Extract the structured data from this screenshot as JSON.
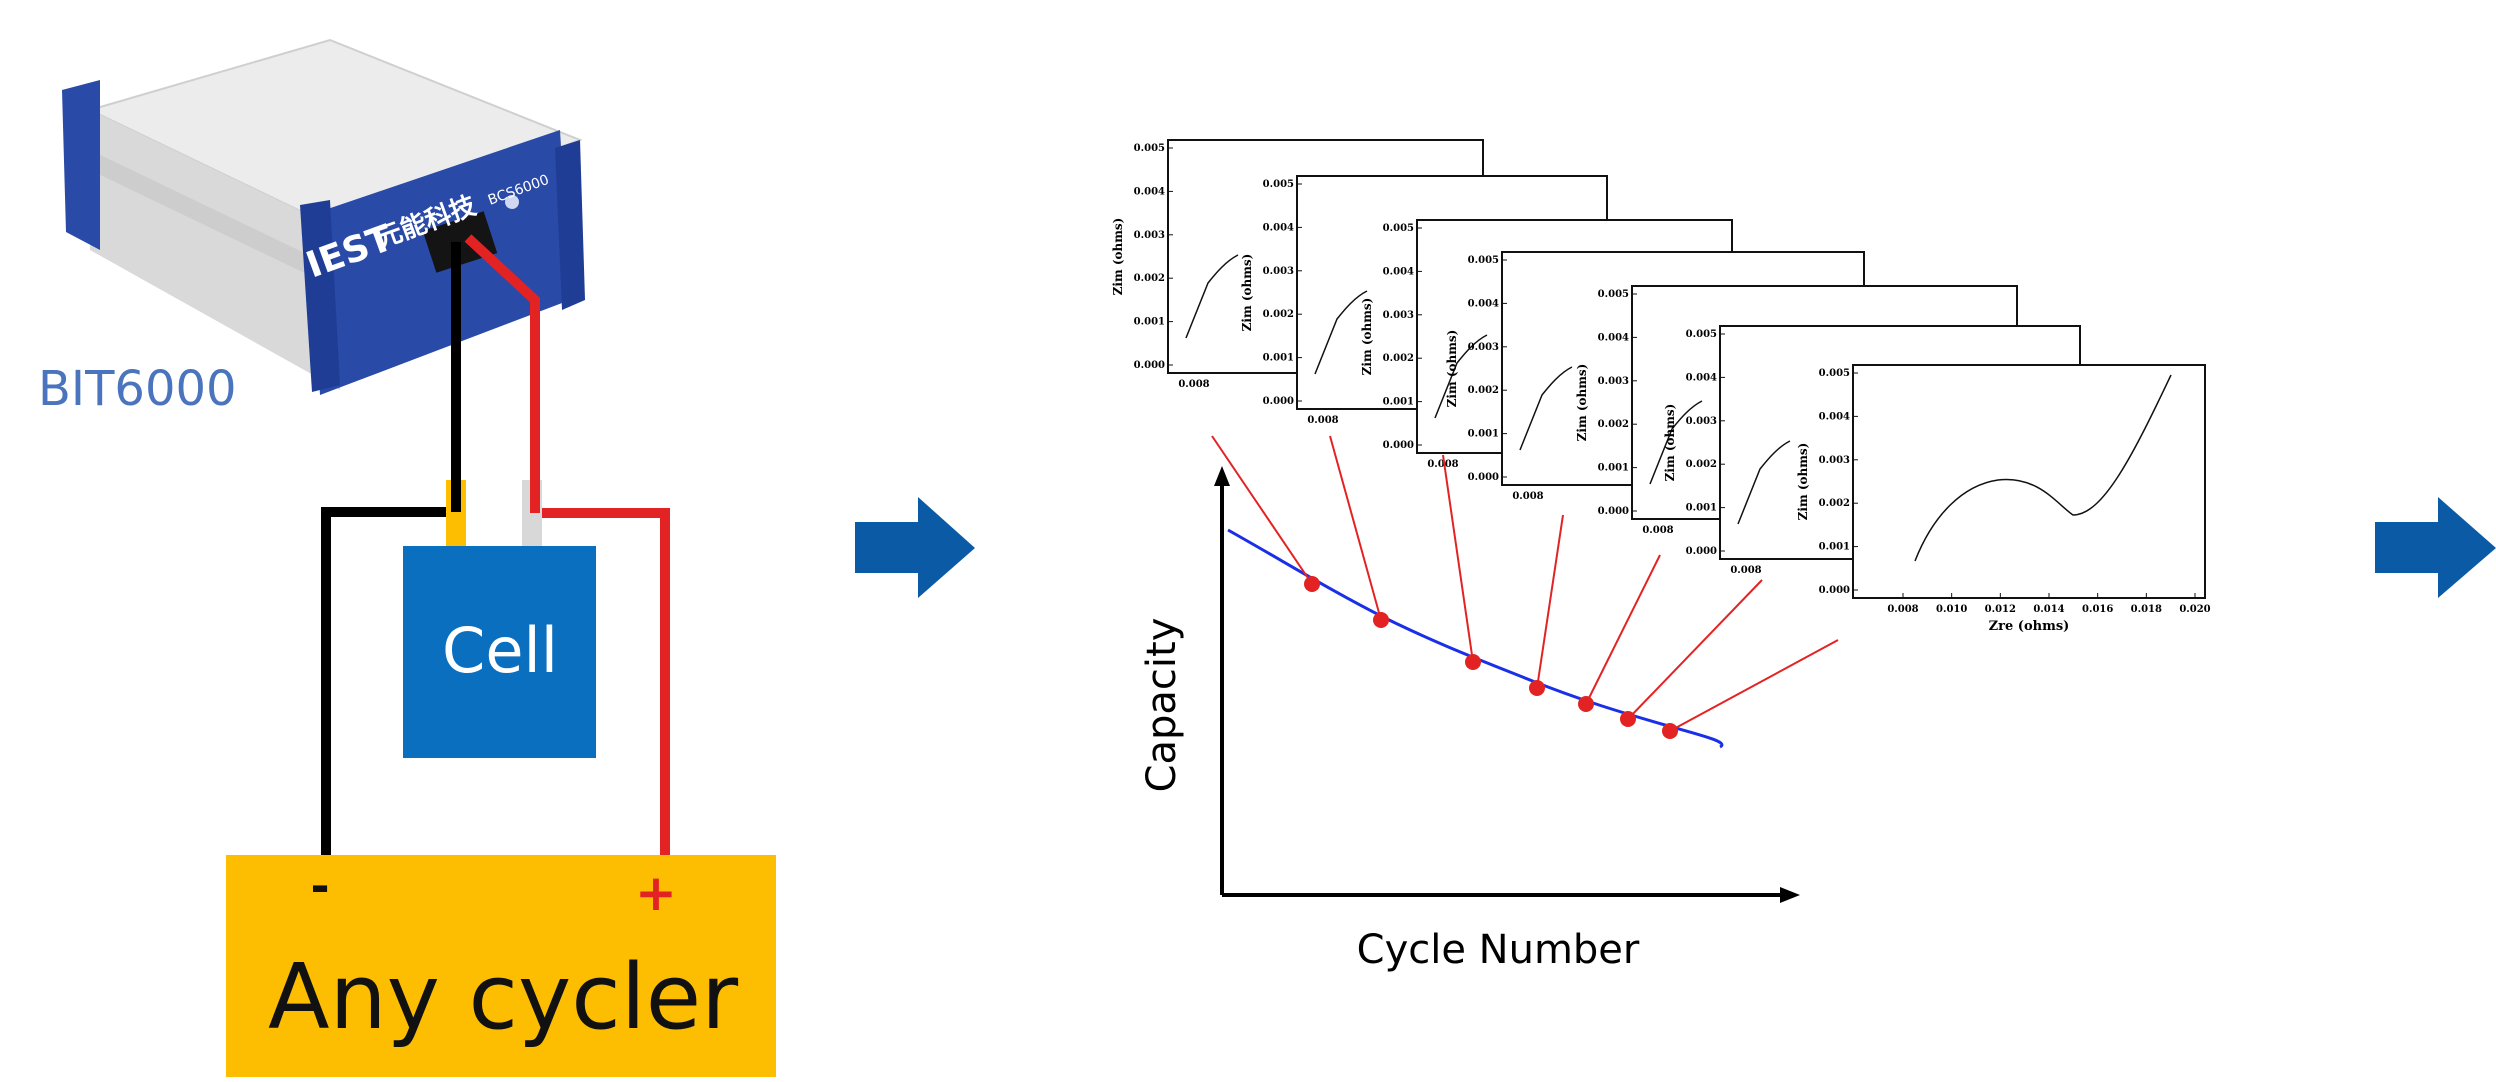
{
  "left_panel": {
    "device_label": "BIT6000",
    "device_brand": "IEST",
    "device_brand_cn": "元能科技",
    "device_model": "BCS6000",
    "cell_label": "Cell",
    "cycler_label": "Any cycler",
    "negative_sign": "-",
    "positive_sign": "+"
  },
  "colors": {
    "device_blue": "#2a4aa8",
    "cell_blue": "#0b6fc0",
    "cycler_yellow": "#fdbd00",
    "wire_red": "#e32323",
    "wire_black": "#000000",
    "arrow_blue": "#0b5aa6",
    "curve_blue": "#1a2fe8",
    "marker_red": "#e32323"
  },
  "middle_panel": {
    "x_axis_label": "Cycle Number",
    "y_axis_label": "Capacity",
    "markers_count": 7
  },
  "eis_plots": {
    "ylabel": "Zim (ohms)",
    "xlabel": "Zre (ohms)",
    "y_ticks": [
      "0.000",
      "0.001",
      "0.002",
      "0.003",
      "0.004",
      "0.005"
    ],
    "x_ticks_front": [
      "0.008",
      "0.010",
      "0.012",
      "0.014",
      "0.016",
      "0.018",
      "0.020"
    ],
    "x_tick_back": "0.008"
  },
  "icons": [
    "right-arrow-icon",
    "right-arrow-icon"
  ]
}
